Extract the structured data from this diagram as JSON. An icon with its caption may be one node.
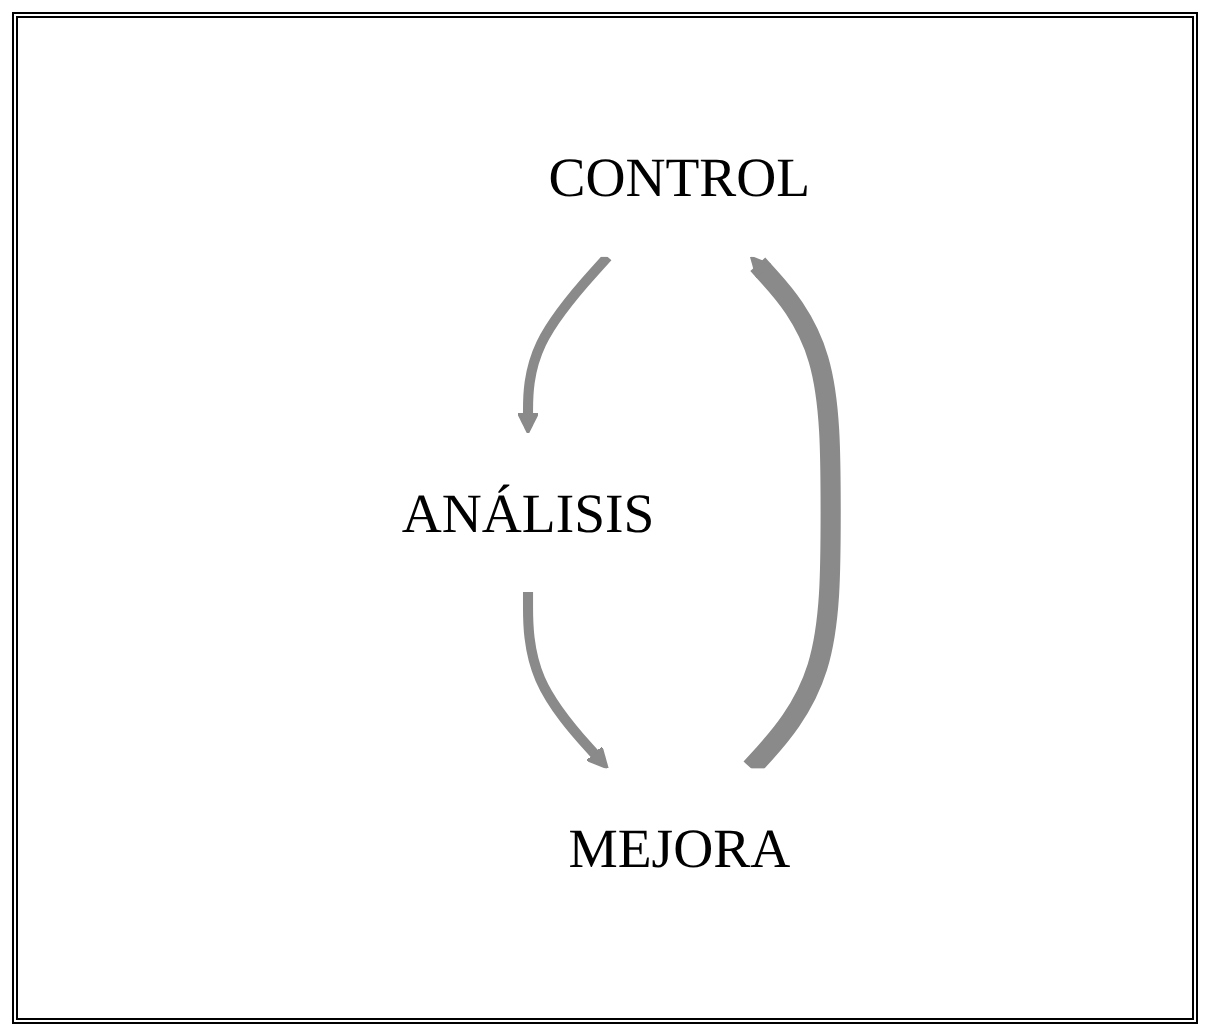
{
  "diagram": {
    "nodes": [
      {
        "text": [
          "CONTROL"
        ]
      },
      {
        "text": [
          "ANÁLISIS"
        ]
      },
      {
        "text": [
          "MEJORA"
        ]
      }
    ],
    "edges": [
      {
        "from": 0,
        "to": 1,
        "arrow": "to"
      },
      {
        "from": 1,
        "to": 2,
        "arrow": "to"
      },
      {
        "from": 2,
        "to": 0,
        "arrow": "to",
        "style": "thick"
      }
    ]
  }
}
